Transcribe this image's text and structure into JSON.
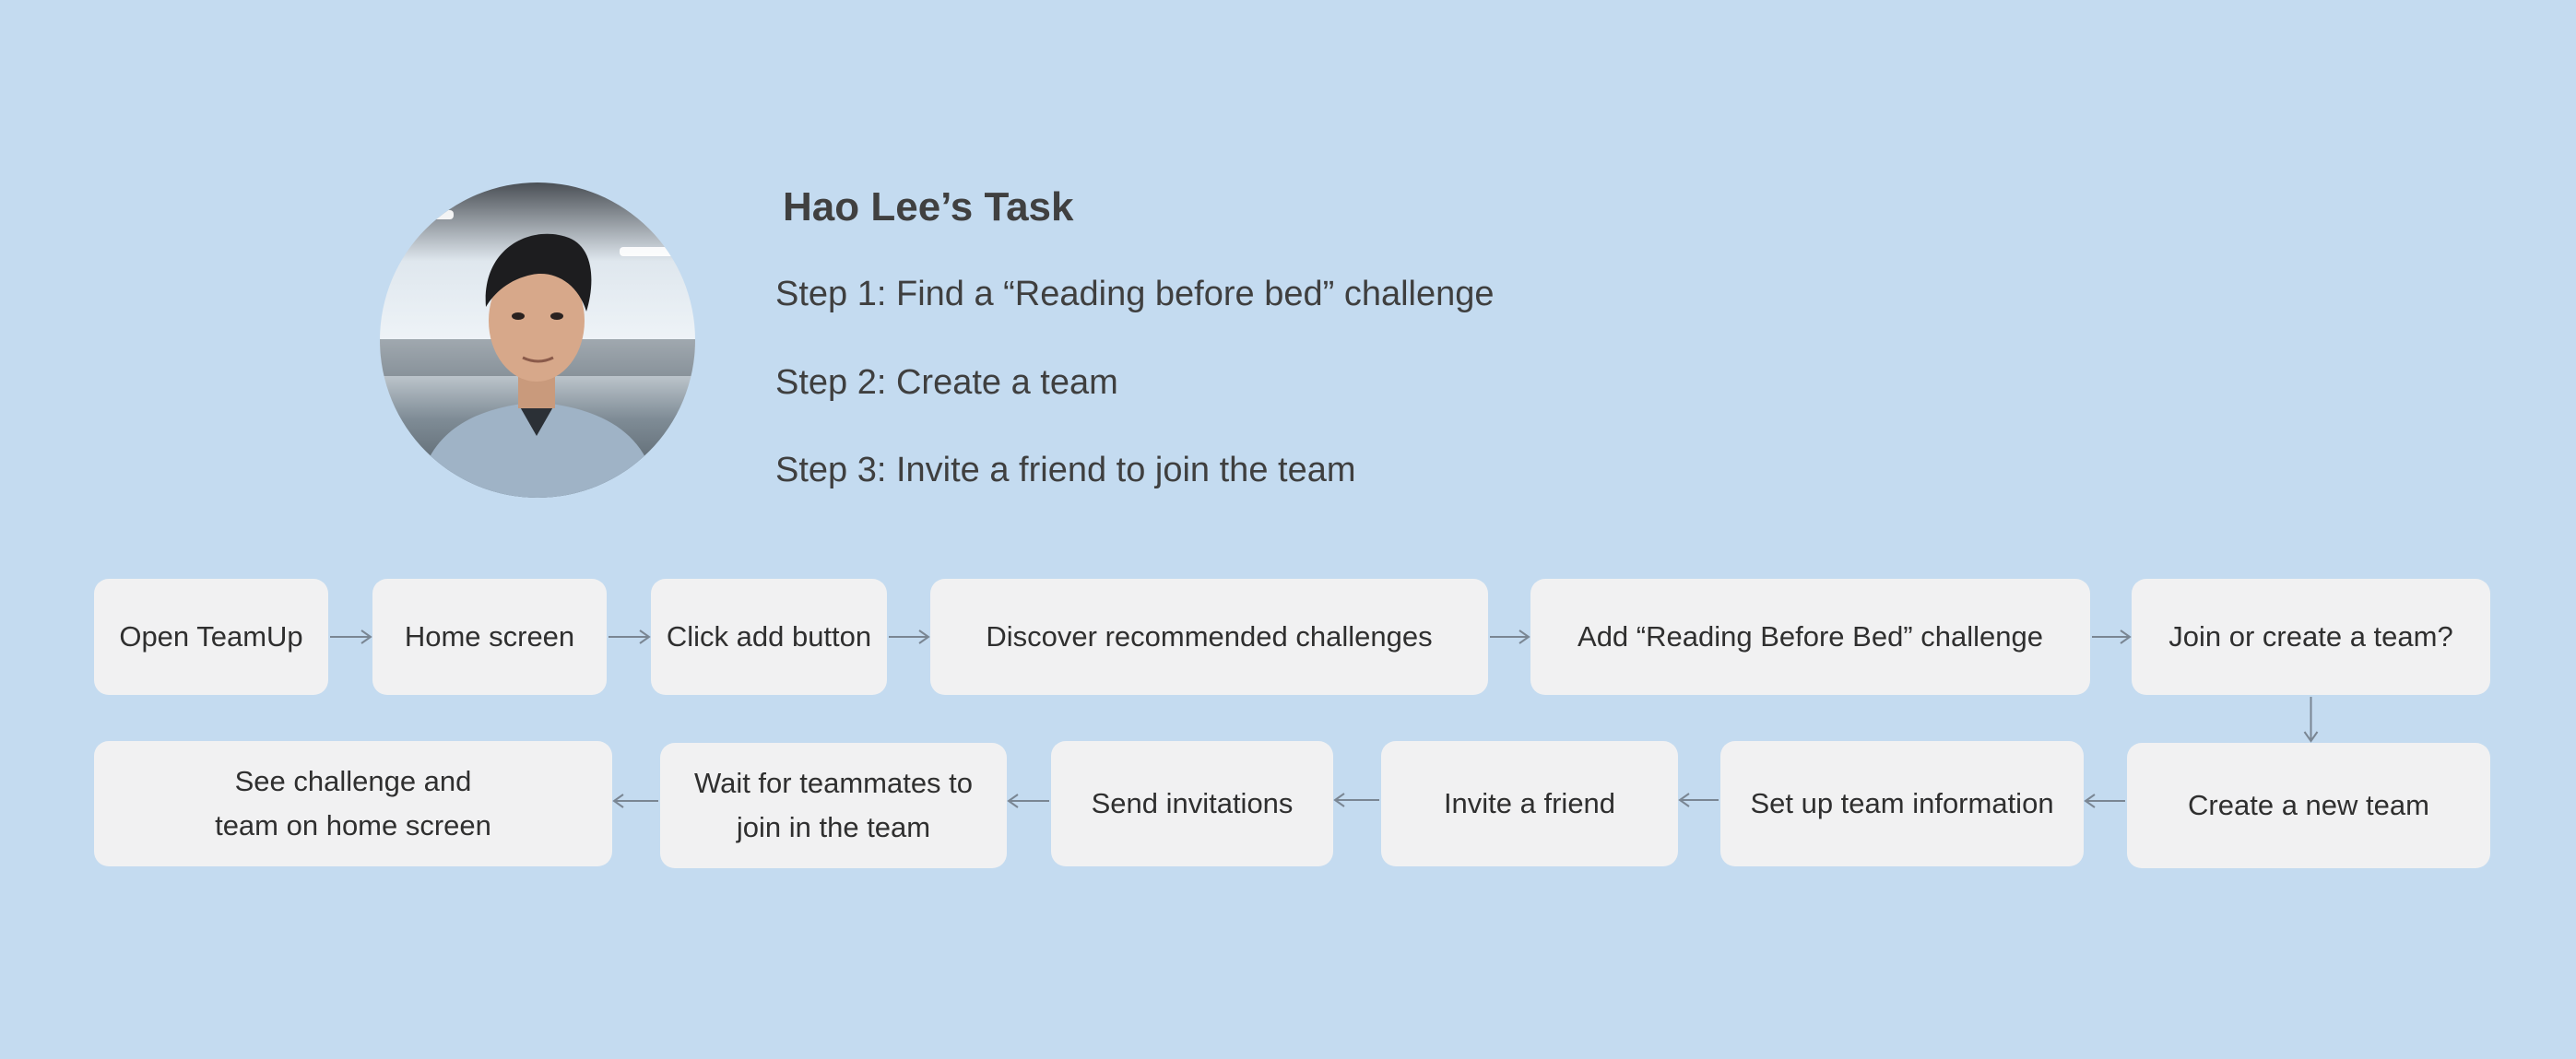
{
  "persona": {
    "photo_icon": "portrait-photo",
    "title": "Hao Lee’s Task",
    "steps": [
      "Step 1: Find a “Reading before bed”  challenge",
      "Step 2: Create a team",
      "Step 3: Invite a friend to join the team"
    ]
  },
  "flow": {
    "nodes": [
      {
        "id": "open-teamup",
        "lines": [
          "Open TeamUp"
        ]
      },
      {
        "id": "home-screen",
        "lines": [
          "Home screen"
        ]
      },
      {
        "id": "click-add-button",
        "lines": [
          "Click add button"
        ]
      },
      {
        "id": "discover-challenges",
        "lines": [
          "Discover recommended challenges"
        ]
      },
      {
        "id": "add-reading-challenge",
        "lines": [
          "Add “Reading Before Bed” challenge"
        ]
      },
      {
        "id": "join-or-create",
        "lines": [
          "Join or create a team?"
        ]
      },
      {
        "id": "create-new-team",
        "lines": [
          "Create a new team"
        ]
      },
      {
        "id": "set-up-team-info",
        "lines": [
          "Set up team information"
        ]
      },
      {
        "id": "invite-friend",
        "lines": [
          "Invite a friend"
        ]
      },
      {
        "id": "send-invitations",
        "lines": [
          "Send invitations"
        ]
      },
      {
        "id": "wait-for-teammates",
        "lines": [
          "Wait for teammates to",
          "join in the team"
        ]
      },
      {
        "id": "see-challenge-team",
        "lines": [
          "See challenge and",
          "team on home screen"
        ]
      }
    ],
    "edges": [
      [
        "open-teamup",
        "home-screen"
      ],
      [
        "home-screen",
        "click-add-button"
      ],
      [
        "click-add-button",
        "discover-challenges"
      ],
      [
        "discover-challenges",
        "add-reading-challenge"
      ],
      [
        "add-reading-challenge",
        "join-or-create"
      ],
      [
        "join-or-create",
        "create-new-team"
      ],
      [
        "create-new-team",
        "set-up-team-info"
      ],
      [
        "set-up-team-info",
        "invite-friend"
      ],
      [
        "invite-friend",
        "send-invitations"
      ],
      [
        "send-invitations",
        "wait-for-teammates"
      ],
      [
        "wait-for-teammates",
        "see-challenge-team"
      ]
    ]
  },
  "colors": {
    "background": "#c4dbf0",
    "node_fill": "#f1f1f2",
    "arrow": "#7a8693",
    "text": "#3f3f3f"
  }
}
